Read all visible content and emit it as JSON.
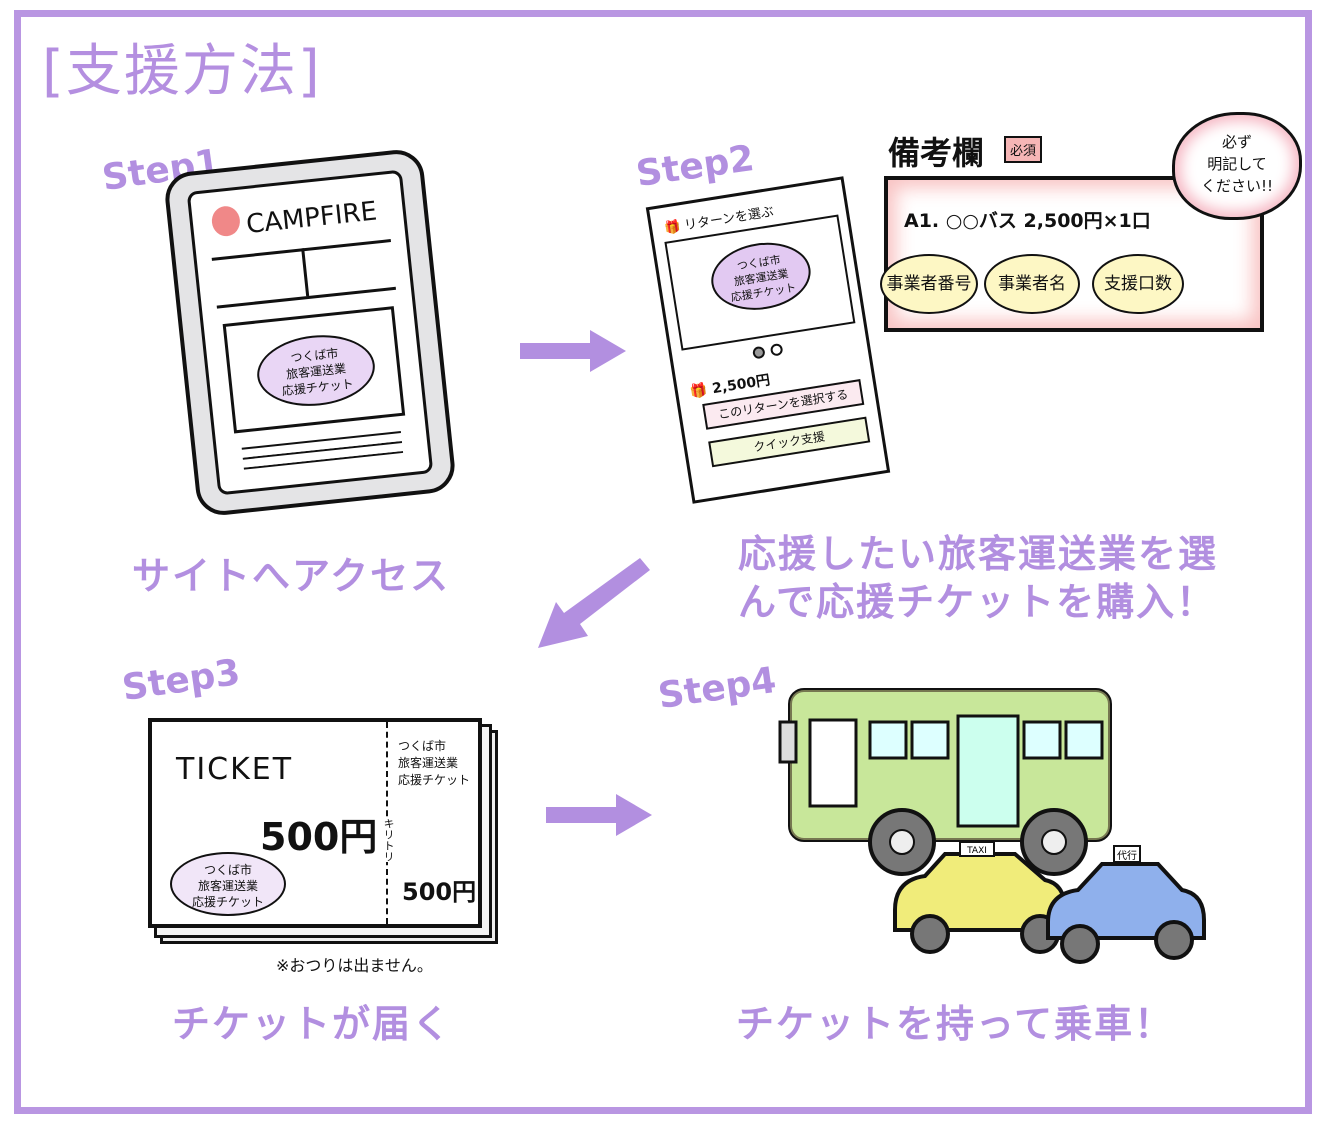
{
  "title": "[支援方法]",
  "colors": {
    "accent": "#b28fe0",
    "frame": "#b996e2",
    "note_box": "#f6b6b6",
    "bubble": "#fdf7c4",
    "bus": "#9bd890",
    "taxi_yellow": "#f0ec7a",
    "taxi_blue": "#8fb0ec"
  },
  "steps": [
    {
      "label": "Step1",
      "caption": "サイトへアクセス",
      "phone": {
        "brand": "CAMPFIRE",
        "ticket_text": [
          "つくば市",
          "旅客運送業",
          "応援チケット"
        ]
      }
    },
    {
      "label": "Step2",
      "caption_lines": [
        "応援したい旅客運送業を選",
        "んで応援チケットを購入！"
      ],
      "page": {
        "header": "リターンを選ぶ",
        "ticket_text": [
          "つくば市",
          "旅客運送業",
          "応援チケット"
        ],
        "price": "2,500円",
        "select_button": "このリターンを選択する",
        "quick_button": "クイック支援"
      },
      "note": {
        "heading": "備考欄",
        "required_badge": "必須",
        "example": "A1. ○○バス 2,500円×1口",
        "bubbles": [
          "事業者番号",
          "事業者名",
          "支援口数"
        ],
        "cloud": [
          "必ず",
          "明記して",
          "ください!!"
        ]
      }
    },
    {
      "label": "Step3",
      "caption": "チケットが届く",
      "ticket": {
        "title": "TICKET",
        "amount": "500円",
        "stub_text": [
          "つくば市",
          "旅客運送業",
          "応援チケット"
        ],
        "stub_amount": "500円",
        "cut_line": "キリトリ",
        "badge_text": [
          "つくば市",
          "旅客運送業",
          "応援チケット"
        ],
        "note": "※おつりは出ません。"
      }
    },
    {
      "label": "Step4",
      "caption": "チケットを持って乗車！",
      "vehicles": {
        "taxi_sign": "TAXI",
        "daiko_sign": "代行"
      }
    }
  ],
  "icons": [
    "arrow-right",
    "arrow-down-left",
    "arrow-right"
  ]
}
